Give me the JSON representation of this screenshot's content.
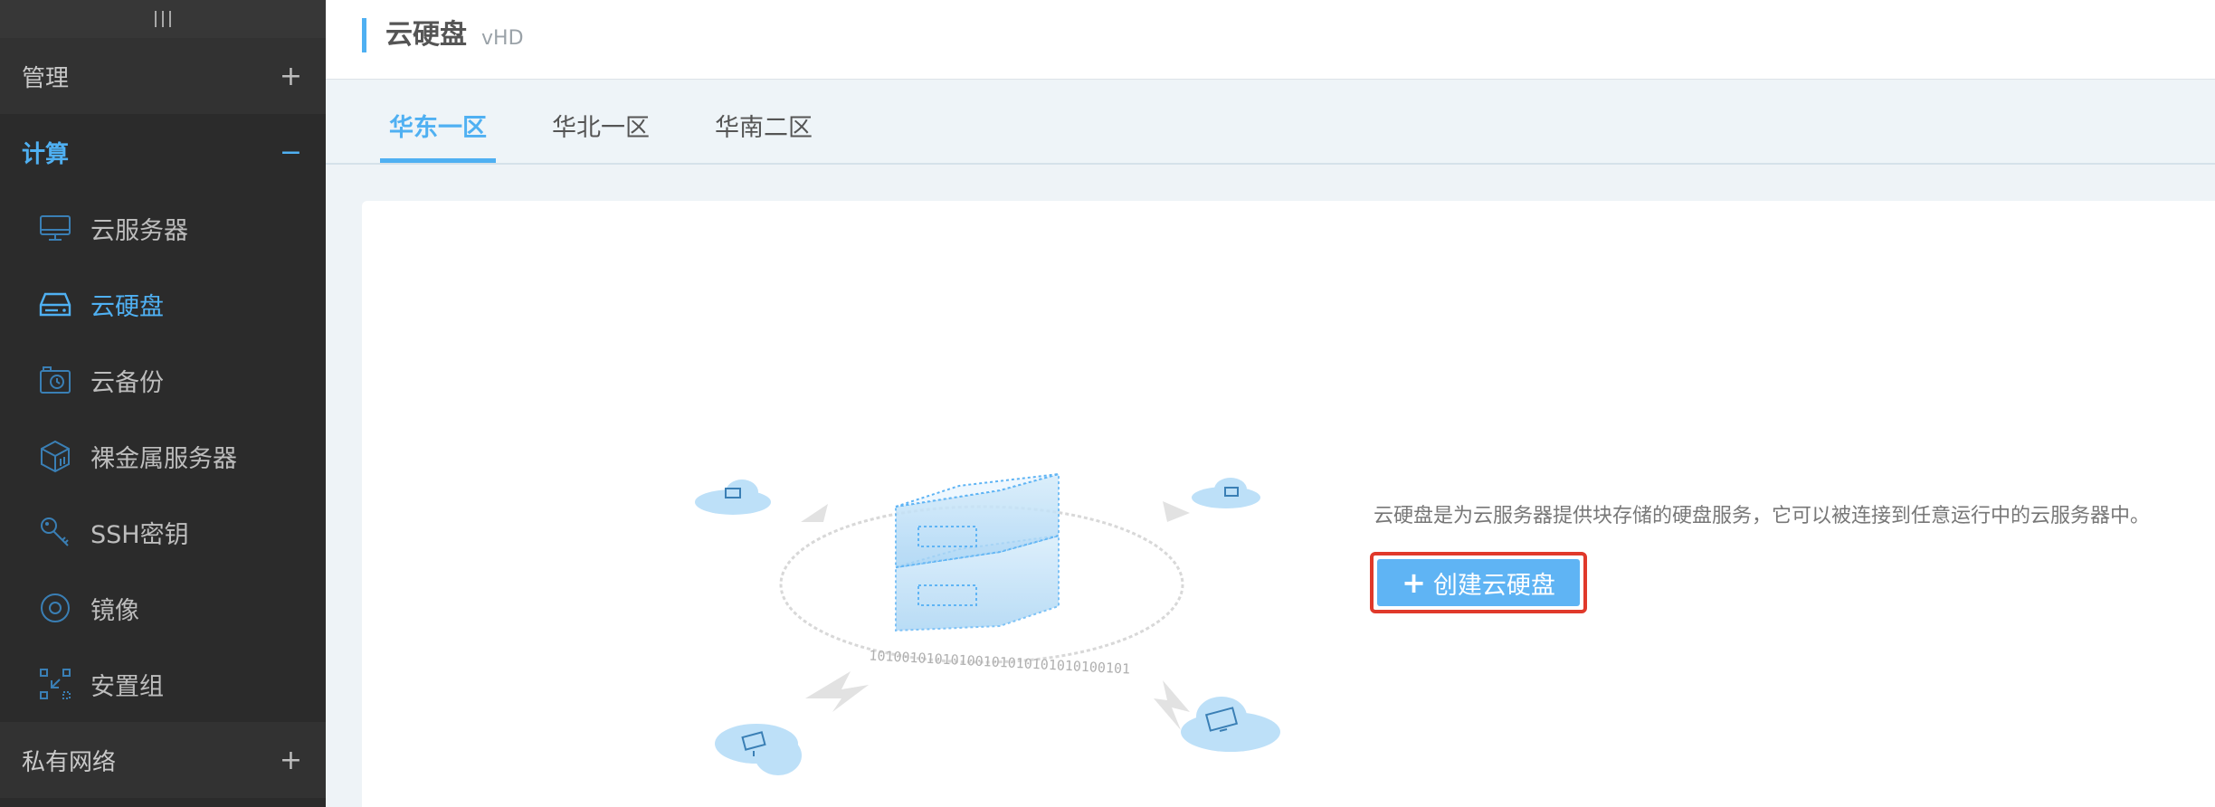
{
  "sidebar": {
    "handle": "|||",
    "sections": [
      {
        "label": "管理",
        "toggle": "+"
      },
      {
        "label": "计算",
        "toggle": "−"
      },
      {
        "label": "私有网络",
        "toggle": "+"
      }
    ],
    "items": [
      {
        "label": "云服务器",
        "icon": "monitor-icon"
      },
      {
        "label": "云硬盘",
        "icon": "hard-disk-icon"
      },
      {
        "label": "云备份",
        "icon": "backup-camera-icon"
      },
      {
        "label": "裸金属服务器",
        "icon": "cube-server-icon"
      },
      {
        "label": "SSH密钥",
        "icon": "key-icon"
      },
      {
        "label": "镜像",
        "icon": "disc-icon"
      },
      {
        "label": "安置组",
        "icon": "placement-group-icon"
      }
    ]
  },
  "header": {
    "title": "云硬盘",
    "subtitle": "vHD"
  },
  "tabs": [
    {
      "label": "华东一区"
    },
    {
      "label": "华北一区"
    },
    {
      "label": "华南二区"
    }
  ],
  "main": {
    "description": "云硬盘是为云服务器提供块存储的硬盘服务，它可以被连接到任意运行中的云服务器中。",
    "create_button": {
      "label": "创建云硬盘",
      "icon": "plus-icon"
    },
    "binary_text": "10100101010100101010101010100101"
  },
  "colors": {
    "accent": "#4fb0f2",
    "sidebar_bg": "#2b2b2b",
    "highlight_border": "#e0392b",
    "button_bg": "#5fb4f4"
  }
}
